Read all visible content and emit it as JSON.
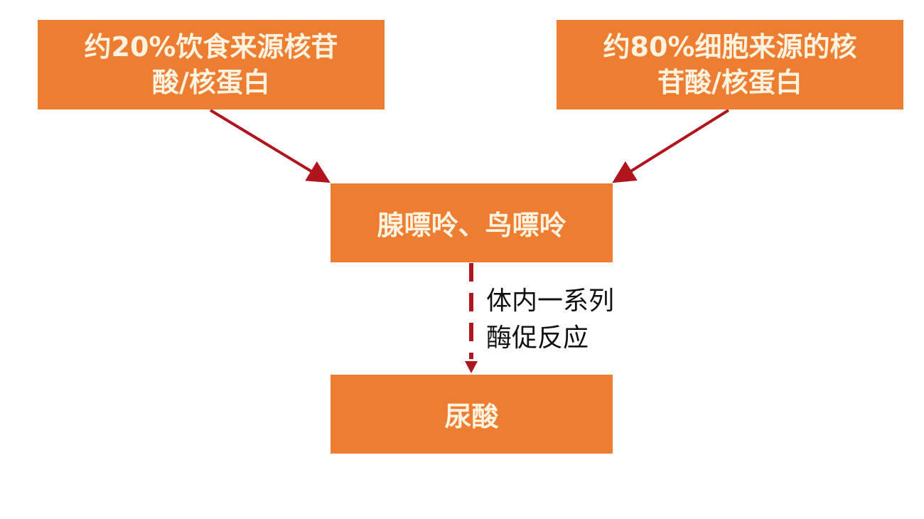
{
  "diagram": {
    "type": "flowchart",
    "colors": {
      "box_fill": "#ED7D31",
      "box_text": "#FFF3E0",
      "arrow": "#B0141C",
      "label_text": "#111111"
    },
    "nodes": {
      "diet_source": {
        "line1": "约20%饮食来源核苷",
        "line2": "酸/核蛋白"
      },
      "cell_source": {
        "line1": "约80%细胞来源的核",
        "line2": "苷酸/核蛋白"
      },
      "purines": {
        "label": "腺嘌呤、鸟嘌呤"
      },
      "uric_acid": {
        "label": "尿酸"
      }
    },
    "edges": [
      {
        "from": "diet_source",
        "to": "purines",
        "style": "solid"
      },
      {
        "from": "cell_source",
        "to": "purines",
        "style": "solid"
      },
      {
        "from": "purines",
        "to": "uric_acid",
        "style": "dashed"
      }
    ],
    "edge_label": {
      "line1": "体内一系列",
      "line2": "酶促反应"
    }
  }
}
